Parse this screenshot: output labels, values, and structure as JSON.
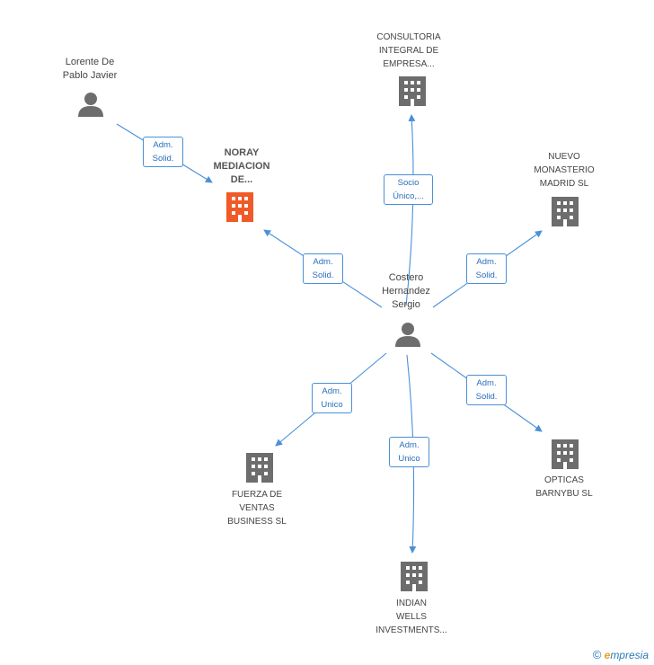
{
  "nodes": {
    "lorente": {
      "label_line1": "Lorente De",
      "label_line2": "Pablo Javier",
      "type": "person"
    },
    "noray": {
      "label_line1": "NORAY",
      "label_line2": "MEDIACION",
      "label_line3": "DE...",
      "type": "company-focus"
    },
    "consultoria": {
      "label_line1": "CONSULTORIA",
      "label_line2": "INTEGRAL DE",
      "label_line3": "EMPRESA...",
      "type": "company"
    },
    "nuevo": {
      "label_line1": "NUEVO",
      "label_line2": "MONASTERIO",
      "label_line3": "MADRID SL",
      "type": "company"
    },
    "costero": {
      "label_line1": "Costero",
      "label_line2": "Hernandez",
      "label_line3": "Sergio",
      "type": "person"
    },
    "fuerza": {
      "label_line1": "FUERZA DE",
      "label_line2": "VENTAS",
      "label_line3": "BUSINESS SL",
      "type": "company"
    },
    "indian": {
      "label_line1": "INDIAN",
      "label_line2": "WELLS",
      "label_line3": "INVESTMENTS...",
      "type": "company"
    },
    "opticas": {
      "label_line1": "OPTICAS",
      "label_line2": "BARNYBU SL",
      "type": "company"
    }
  },
  "edges": {
    "lorente_noray": {
      "line1": "Adm.",
      "line2": "Solid."
    },
    "costero_noray": {
      "line1": "Adm.",
      "line2": "Solid."
    },
    "costero_consultoria": {
      "line1": "Socio",
      "line2": "Único,..."
    },
    "costero_nuevo": {
      "line1": "Adm.",
      "line2": "Solid."
    },
    "costero_fuerza": {
      "line1": "Adm.",
      "line2": "Unico"
    },
    "costero_indian": {
      "line1": "Adm.",
      "line2": "Unico"
    },
    "costero_opticas": {
      "line1": "Adm.",
      "line2": "Solid."
    }
  },
  "footer": {
    "copyright": "©",
    "brand_initial": "e",
    "brand_rest": "mpresia"
  },
  "colors": {
    "edge": "#4a90d9",
    "icon": "#6d6d6d",
    "focus_icon": "#f05a28"
  }
}
